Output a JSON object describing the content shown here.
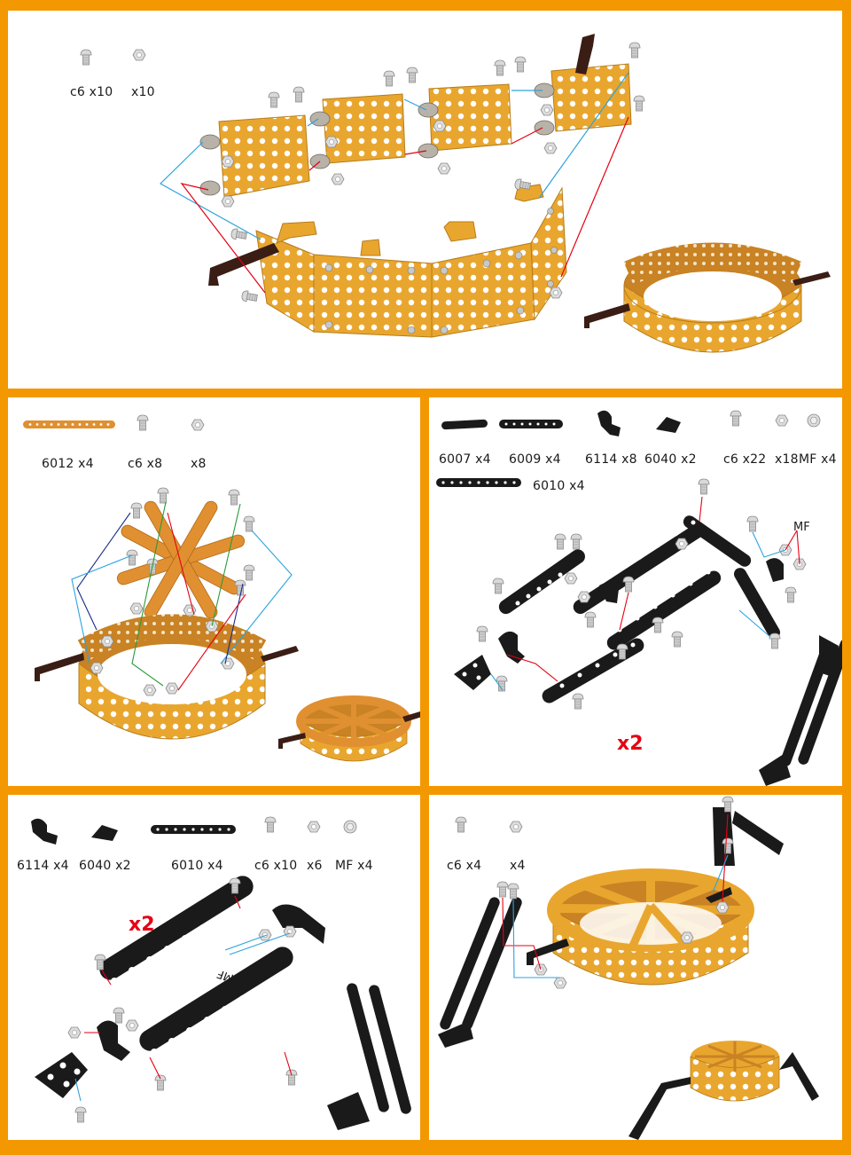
{
  "frame": {
    "border_color": "#F39800",
    "plate_color": "#E9A62E",
    "strip_black": "#1a1a1a",
    "line_red": "#e60012",
    "line_blue": "#2ea3dc",
    "line_navy": "#1a2a8a",
    "line_green": "#2a9a3a"
  },
  "steps": [
    {
      "id": "step-1",
      "parts": [
        {
          "icon": "screw-icon",
          "label": "c6 x10"
        },
        {
          "icon": "nut-icon",
          "label": "x10"
        }
      ]
    },
    {
      "id": "step-2",
      "parts": [
        {
          "icon": "orange-strip-icon",
          "label": "6012 x4"
        },
        {
          "icon": "screw-icon",
          "label": "c6 x8"
        },
        {
          "icon": "nut-icon",
          "label": "x8"
        }
      ]
    },
    {
      "id": "step-3",
      "parts": [
        {
          "icon": "short-strip-icon",
          "label": "6007 x4"
        },
        {
          "icon": "medium-strip-icon",
          "label": "6009 x4"
        },
        {
          "icon": "bracket-icon",
          "label": "6114 x8"
        },
        {
          "icon": "flat-plate-icon",
          "label": "6040 x2"
        },
        {
          "icon": "screw-icon",
          "label": "c6 x22"
        },
        {
          "icon": "nut-icon",
          "label": "x18"
        },
        {
          "icon": "mf-nut-icon",
          "label": "MF x4"
        },
        {
          "icon": "long-strip-icon",
          "label": "6010 x4"
        }
      ],
      "callouts": {
        "mf": "MF",
        "repeat": "x2"
      }
    },
    {
      "id": "step-4",
      "parts": [
        {
          "icon": "bracket-icon",
          "label": "6114 x4"
        },
        {
          "icon": "flat-plate-icon",
          "label": "6040 x2"
        },
        {
          "icon": "long-strip-icon",
          "label": "6010 x4"
        },
        {
          "icon": "screw-icon",
          "label": "c6 x10"
        },
        {
          "icon": "nut-icon",
          "label": "x6"
        },
        {
          "icon": "mf-nut-icon",
          "label": "MF x4"
        }
      ],
      "callouts": {
        "mf": "MF",
        "repeat": "x2"
      }
    },
    {
      "id": "step-5",
      "parts": [
        {
          "icon": "screw-icon",
          "label": "c6 x4"
        },
        {
          "icon": "nut-icon",
          "label": "x4"
        }
      ]
    }
  ]
}
